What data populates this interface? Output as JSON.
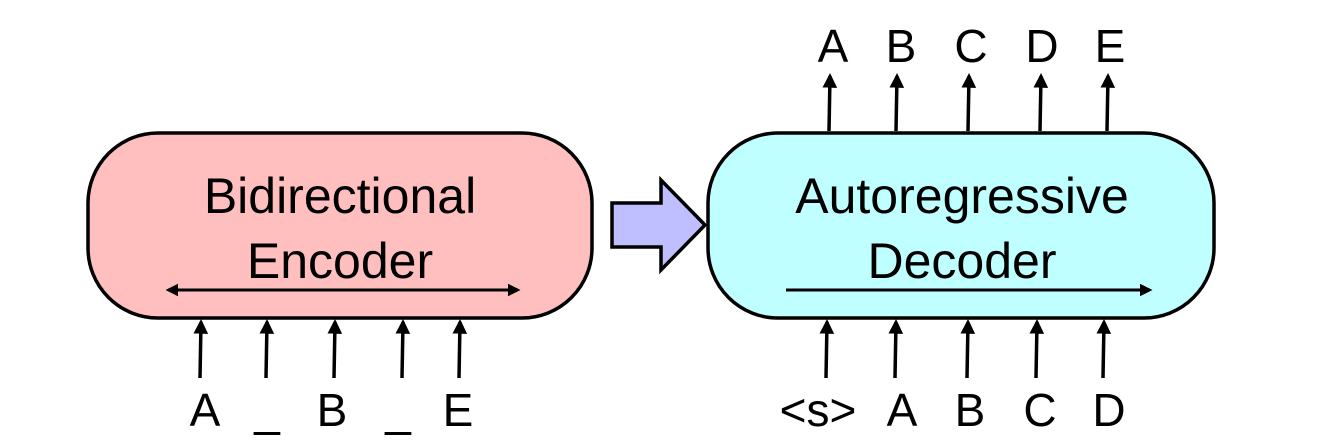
{
  "encoder": {
    "line1": "Bidirectional",
    "line2": "Encoder",
    "fill": "#ffbfbf",
    "inputs": [
      "A",
      "_",
      "B",
      "_",
      "E"
    ]
  },
  "decoder": {
    "line1": "Autoregressive",
    "line2": "Decoder",
    "fill": "#bfffff",
    "inputs": [
      "<s>",
      "A",
      "B",
      "C",
      "D"
    ],
    "outputs": [
      "A",
      "B",
      "C",
      "D",
      "E"
    ]
  },
  "connector_fill": "#bfbfff"
}
